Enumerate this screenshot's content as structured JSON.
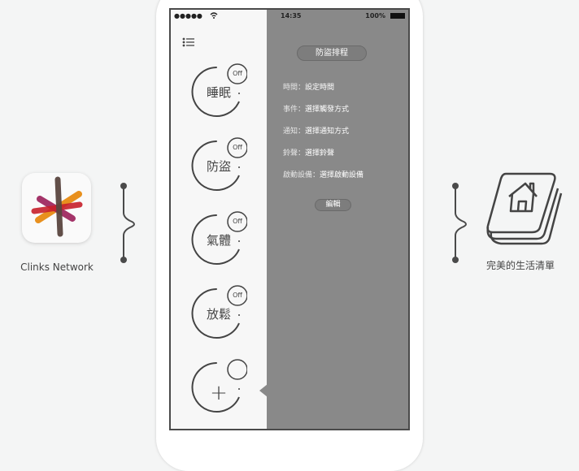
{
  "left_app": {
    "name": "Clinks Network",
    "icon": "clinks-logo"
  },
  "right_app": {
    "name": "完美的生活清單",
    "icon": "book-house-icon"
  },
  "status_bar": {
    "signal": "●●●●●",
    "time": "14:35",
    "battery": "100%"
  },
  "menu_icon": "list-icon",
  "modes": [
    {
      "label": "睡眠",
      "state": "Off"
    },
    {
      "label": "防盜",
      "state": "Off"
    },
    {
      "label": "氣體",
      "state": "Off"
    },
    {
      "label": "放鬆",
      "state": "Off"
    },
    {
      "label": "+",
      "state": ""
    }
  ],
  "detail": {
    "title": "防盜排程",
    "rows": [
      {
        "key": "時間",
        "sep": "：",
        "value": "設定時間"
      },
      {
        "key": "事件",
        "sep": "：",
        "value": "選擇觸發方式"
      },
      {
        "key": "通知",
        "sep": "：",
        "value": "選擇通知方式"
      },
      {
        "key": "鈴聲",
        "sep": "：",
        "value": "選擇鈴聲"
      },
      {
        "key": "啟動設備",
        "sep": "：",
        "value": "選擇啟動設備"
      }
    ],
    "edit_label": "編輯"
  },
  "colors": {
    "panel": "#898989",
    "ink": "#444444"
  }
}
